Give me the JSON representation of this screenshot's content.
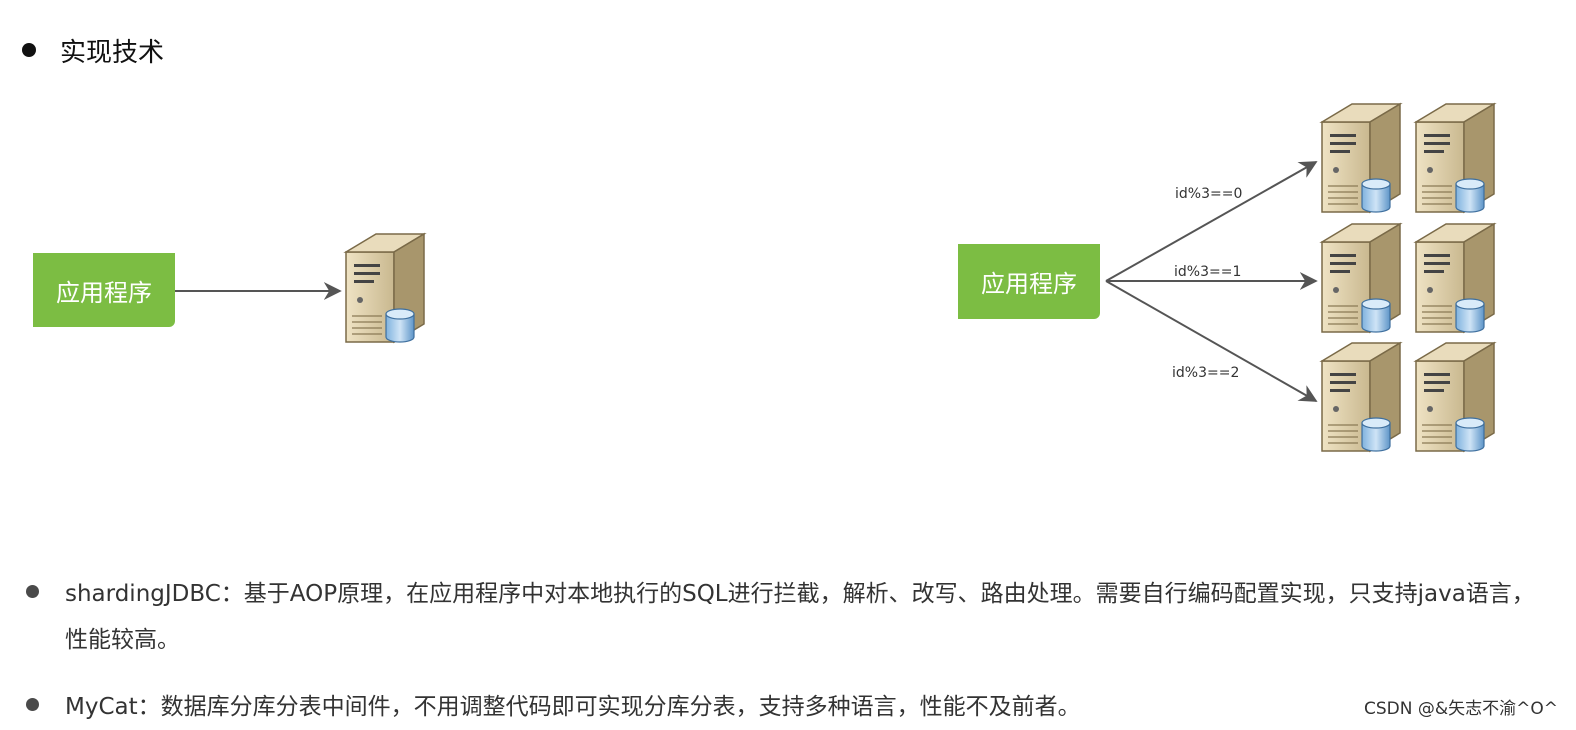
{
  "heading": {
    "text": "实现技术"
  },
  "diagram": {
    "left": {
      "app_label": "应用程序"
    },
    "right": {
      "app_label": "应用程序",
      "routes": [
        {
          "label": "id%3==0"
        },
        {
          "label": "id%3==1"
        },
        {
          "label": "id%3==2"
        }
      ]
    },
    "colors": {
      "app_box": "#7cbd43",
      "arrow": "#555555"
    },
    "icons": [
      "database-server-icon"
    ]
  },
  "bullets": [
    {
      "text": "shardingJDBC：基于AOP原理，在应用程序中对本地执行的SQL进行拦截，解析、改写、路由处理。需要自行编码配置实现，只支持java语言，性能较高。"
    },
    {
      "text": "MyCat：数据库分库分表中间件，不用调整代码即可实现分库分表，支持多种语言，性能不及前者。"
    }
  ],
  "watermark": "CSDN @&矢志不渝^O^"
}
